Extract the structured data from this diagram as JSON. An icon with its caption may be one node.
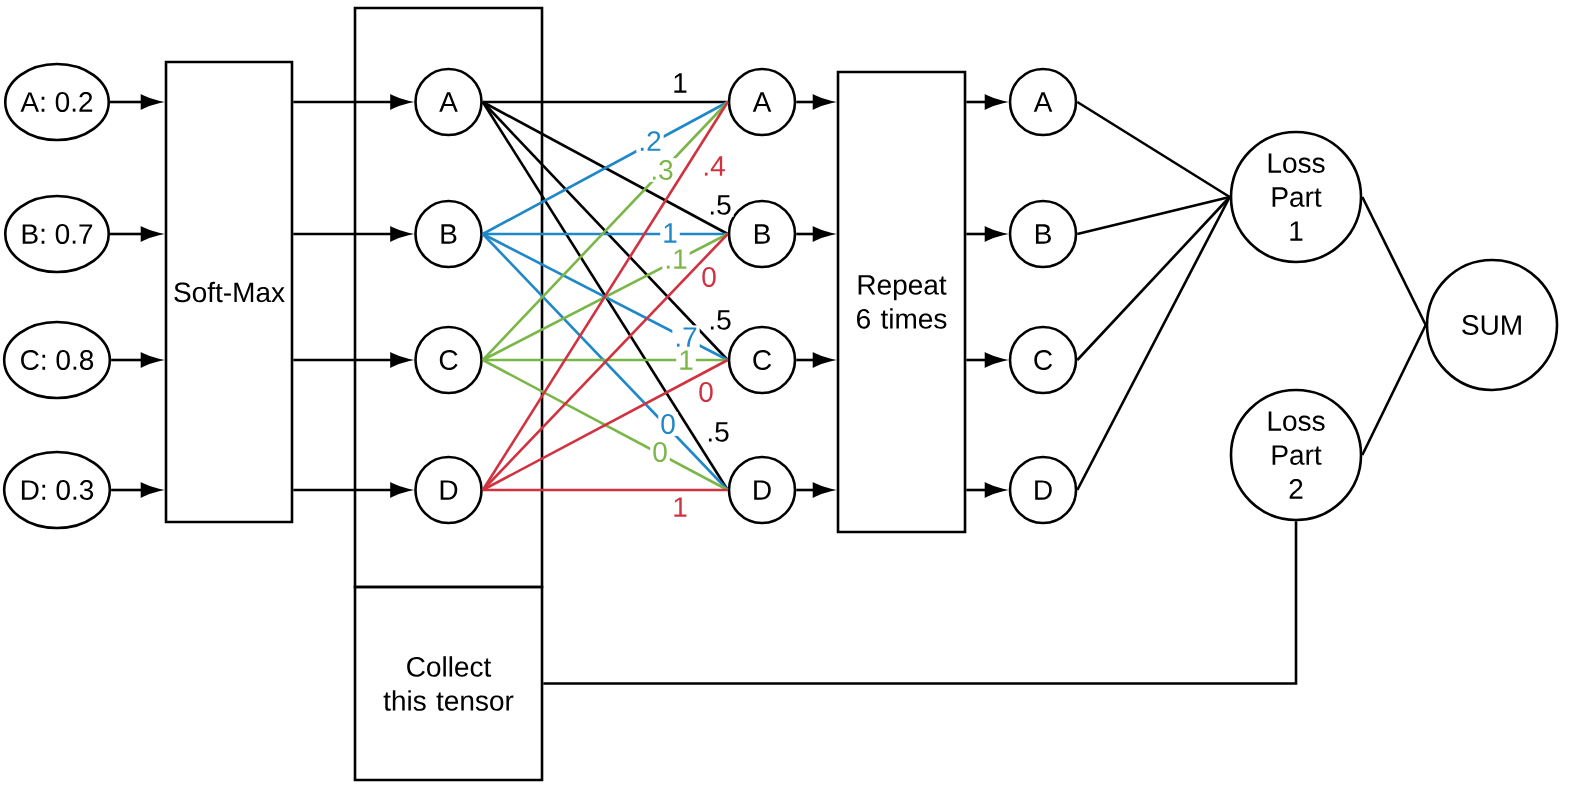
{
  "diagram": {
    "nodes": [
      {
        "text": [
          "A: 0.2"
        ]
      },
      {
        "text": [
          "B: 0.7"
        ]
      },
      {
        "text": [
          "C: 0.8"
        ]
      },
      {
        "text": [
          "D: 0.3"
        ]
      },
      {
        "text": [
          "Soft-Max"
        ]
      },
      {
        "text": [],
        "shape": "box"
      },
      {
        "text": [
          "A"
        ],
        "in": 5
      },
      {
        "text": [
          "B"
        ],
        "in": 5
      },
      {
        "text": [
          "C"
        ],
        "in": 5
      },
      {
        "text": [
          "D"
        ],
        "in": 5
      },
      {
        "text": [
          "Collect this tensor"
        ]
      },
      {
        "text": [
          "A"
        ]
      },
      {
        "text": [
          "B"
        ]
      },
      {
        "text": [
          "C"
        ]
      },
      {
        "text": [
          "D"
        ]
      },
      {
        "text": [
          "Repeat 6 times"
        ]
      },
      {
        "text": [
          "A"
        ]
      },
      {
        "text": [
          "B"
        ]
      },
      {
        "text": [
          "C"
        ]
      },
      {
        "text": [
          "D"
        ]
      },
      {
        "text": [
          "Loss Part 1"
        ]
      },
      {
        "text": [
          "Loss Part 2"
        ]
      },
      {
        "text": [
          "SUM"
        ]
      }
    ],
    "edges": [
      {
        "from": 0,
        "to": 4,
        "arrow": "to"
      },
      {
        "from": 1,
        "to": 4,
        "arrow": "to"
      },
      {
        "from": 2,
        "to": 4,
        "arrow": "to"
      },
      {
        "from": 3,
        "to": 4,
        "arrow": "to"
      },
      {
        "from": 4,
        "to": 6,
        "arrow": "to"
      },
      {
        "from": 4,
        "to": 7,
        "arrow": "to"
      },
      {
        "from": 4,
        "to": 8,
        "arrow": "to"
      },
      {
        "from": 4,
        "to": 9,
        "arrow": "to"
      },
      {
        "from": 6,
        "to": 11,
        "arrow": "none",
        "label": "1"
      },
      {
        "from": 6,
        "to": 12,
        "arrow": "none",
        "label": ".5"
      },
      {
        "from": 6,
        "to": 13,
        "arrow": "none",
        "label": ".5"
      },
      {
        "from": 6,
        "to": 14,
        "arrow": "none",
        "label": ".5"
      },
      {
        "from": 7,
        "to": 11,
        "arrow": "none",
        "label": ".2",
        "color": "#1f88c8"
      },
      {
        "from": 7,
        "to": 12,
        "arrow": "none",
        "label": "1",
        "color": "#1f88c8"
      },
      {
        "from": 7,
        "to": 13,
        "arrow": "none",
        "label": ".7",
        "color": "#1f88c8"
      },
      {
        "from": 7,
        "to": 14,
        "arrow": "none",
        "label": "0",
        "color": "#1f88c8"
      },
      {
        "from": 8,
        "to": 11,
        "arrow": "none",
        "label": ".3",
        "color": "#7ab648"
      },
      {
        "from": 8,
        "to": 12,
        "arrow": "none",
        "label": ".1",
        "color": "#7ab648"
      },
      {
        "from": 8,
        "to": 13,
        "arrow": "none",
        "label": "1",
        "color": "#7ab648"
      },
      {
        "from": 8,
        "to": 14,
        "arrow": "none",
        "label": "0",
        "color": "#7ab648"
      },
      {
        "from": 9,
        "to": 11,
        "arrow": "none",
        "label": ".4",
        "color": "#d0323f"
      },
      {
        "from": 9,
        "to": 12,
        "arrow": "none",
        "label": "0",
        "color": "#d0323f"
      },
      {
        "from": 9,
        "to": 13,
        "arrow": "none",
        "label": "0",
        "color": "#d0323f"
      },
      {
        "from": 9,
        "to": 14,
        "arrow": "none",
        "label": "1",
        "color": "#d0323f"
      },
      {
        "from": 11,
        "to": 15,
        "arrow": "to"
      },
      {
        "from": 12,
        "to": 15,
        "arrow": "to"
      },
      {
        "from": 13,
        "to": 15,
        "arrow": "to"
      },
      {
        "from": 14,
        "to": 15,
        "arrow": "to"
      },
      {
        "from": 15,
        "to": 16,
        "arrow": "to"
      },
      {
        "from": 15,
        "to": 17,
        "arrow": "to"
      },
      {
        "from": 15,
        "to": 18,
        "arrow": "to"
      },
      {
        "from": 15,
        "to": 19,
        "arrow": "to"
      },
      {
        "from": 16,
        "to": 20,
        "arrow": "none"
      },
      {
        "from": 17,
        "to": 20,
        "arrow": "none"
      },
      {
        "from": 18,
        "to": 20,
        "arrow": "none"
      },
      {
        "from": 19,
        "to": 20,
        "arrow": "none"
      },
      {
        "from": 20,
        "to": 22,
        "arrow": "none"
      },
      {
        "from": 21,
        "to": 22,
        "arrow": "none"
      },
      {
        "from": 10,
        "to": 21,
        "arrow": "none"
      }
    ]
  }
}
